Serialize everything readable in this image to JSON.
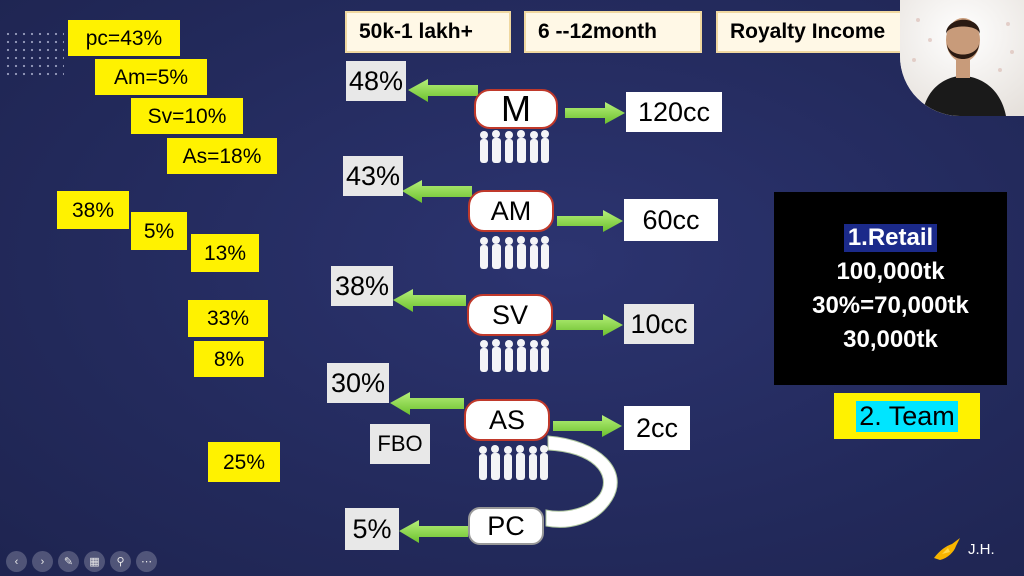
{
  "header": {
    "box1": "50k-1 lakh+",
    "box2": "6 --12month",
    "box3": "Royalty Income"
  },
  "left_targets": [
    "pc=43%",
    "Am=5%",
    "Sv=10%",
    "As=18%"
  ],
  "left_calc": [
    "38%",
    "5%",
    "13%",
    "33%",
    "8%",
    "25%"
  ],
  "levels": [
    {
      "rank": "M",
      "percent": "48%",
      "cc": "120cc"
    },
    {
      "rank": "AM",
      "percent": "43%",
      "cc": "60cc"
    },
    {
      "rank": "SV",
      "percent": "38%",
      "cc": "10cc"
    },
    {
      "rank": "AS",
      "percent": "30%",
      "cc": "2cc"
    },
    {
      "rank": "PC",
      "percent": "5%",
      "cc": ""
    }
  ],
  "fbo_label": "FBO",
  "income_card": {
    "line1": "1.Retail",
    "line2": "100,000tk",
    "line3": "30%=70,000tk",
    "line4": "30,000tk"
  },
  "team_label": "2. Team",
  "logo_text": "J.H.",
  "colors": {
    "background": "#232a5c",
    "highlight_yellow": "#fff200",
    "arrow_green": "#8ee04a",
    "pill_border": "#c0392b"
  },
  "toolbar_icons": [
    "prev-icon",
    "next-icon",
    "pen-icon",
    "slides-icon",
    "zoom-icon",
    "more-icon"
  ]
}
